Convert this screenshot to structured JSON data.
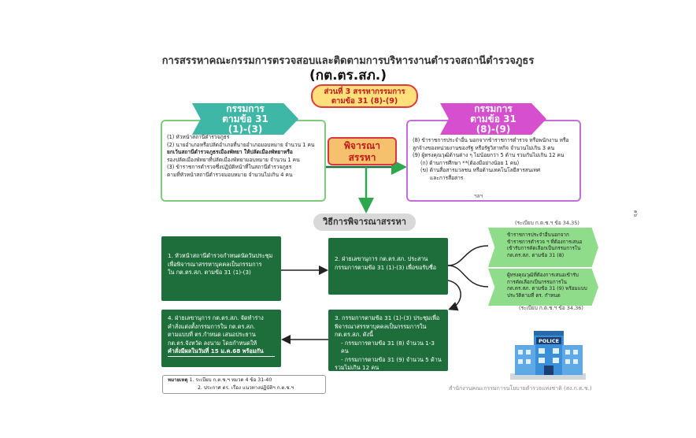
{
  "title": "การสรรหาคณะกรรมการตรวจสอบและติดตามการบริหารงานตำรวจสถานีตำรวจภูธร",
  "subtitle": "(กต.ตร.สภ.)",
  "part": [
    "ส่วนที่ 3 สรรหากรรมการ",
    "ตามข้อ 31 (8)-(9)"
  ],
  "left_label": [
    "กรรมการ",
    "ตามข้อ 31",
    "(1)-(3)"
  ],
  "right_label": [
    "กรรมการ",
    "ตามข้อ 31",
    "(8)-(9)"
  ],
  "left_items": [
    "(1) หัวหน้าสถานีตำรวจภูธร",
    "(2) นายอำเภอหรือปลัดอำเภอที่นายอำเภอมอบหมาย จำนวน 1 คน",
    "ยกเว้นสถานีตำรวจภูธรเมืองพัทยา ให้ปลัดเมืองพัทยาหรือ",
    "รองปลัดเมืองพัทยาที่ปลัดเมืองพัทยามอบหมาย จำนวน 1 คน",
    "(3) ข้าราชการตำรวจซึ่งปฏิบัติหน้าที่ในสถานีตำรวจภูธร",
    "ตามที่หัวหน้าสถานีตำรวจมอบหมาย จำนวนไม่เกิน 4 คน"
  ],
  "right_items": [
    "(8) ข้าราชการประจำอื่น นอกจากข้าราชการตำรวจ หรือพนักงาน หรือ",
    "ลูกจ้างของหน่วยงานของรัฐ หรือรัฐวิสาหกิจ จำนวนไม่เกิน 3 คน",
    "(9) ผู้ทรงคุณวุฒิด้านต่าง ๆ ไม่น้อยกว่า 5 ด้าน รวมกันไม่เกิน 12 คน",
    "(ก) ด้านการศึกษา **(ต้องมีอย่างน้อย 1 คน)",
    "(ข) ด้านสื่อสารมวลชน หรือด้านเทคโนโลยีสารสนเทศ",
    "และการสื่อสาร"
  ],
  "pager": "ฯลฯ",
  "consider": [
    "พิจารณา",
    "สรรหา"
  ],
  "method": "วิธีการพิจารณาสรรหา",
  "step1": [
    "1. หัวหน้าสถานีตำรวจกำหนดนัดวันประชุม",
    "เพื่อพิจารณาสรรหาบุคคลเป็นกรรมการ",
    "ใน กต.ตร.สภ. ตามข้อ 31 (1)-(3)"
  ],
  "step2": [
    "2. ฝ่ายเลขานุการ กต.ตร.สภ. ประสาน",
    "กรรมการตามข้อ 31 (1)-(3) เพื่อขอรับชื่อ"
  ],
  "step3": [
    "3. กรรมการตามข้อ 31 (1)-(3) ประชุมเพื่อ",
    "พิจารณาสรรหาบุคคลเป็นกรรมการใน",
    "กต.ตร.สภ. ดังนี้",
    "- กรรมการตามข้อ 31 (8) จำนวน 1-3 คน",
    "- กรรมการตามข้อ 31 (9) จำนวน 5 ด้าน",
    "รวมไม่เกิน 12 คน"
  ],
  "step4": [
    "4. ฝ่ายเลขานุการ กต.ตร.สภ. จัดทำร่าง",
    "คำสั่งแต่งตั้งกรรมการใน กต.ตร.สภ.",
    "ตามแบบที่ ตร.กำหนด เสนอประธาน",
    "กต.ตร.จังหวัด ลงนาม โดยกำหนดให้"
  ],
  "step4_highlight": "คำสั่งมีผลในวันที่ 15 ม.ค.68 พร้อมกัน",
  "reg_top": "(ระเบียบ ก.ต.ช.ฯ ข้อ 34,35)",
  "reg_bottom": "(ระเบียบ ก.ต.ช.ฯ ข้อ 34,36)",
  "side_top": [
    "ข้าราชการประจำอื่นนอกจาก",
    "ข้าราชการตำรวจ ฯ ที่ต้องการเสนอ",
    "เข้ารับการคัดเลือกเป็นกรรมการใน",
    "กต.ตร.สภ. ตามข้อ 31 (8)"
  ],
  "side_bottom": [
    "ผู้ทรงคุณวุฒิที่ต้องการเสนอเข้ารับ",
    "การคัดเลือกเป็นกรรมการใน",
    "กต.ตร.สภ. ตามข้อ 31 (9) พร้อมแบบ",
    "ประวัติตามที่ ตร. กำหนด"
  ],
  "note_label": "หมายเหตุ",
  "note_items": [
    "1. ระเบียบ ก.ต.ช.ฯ หมวด 4 ข้อ 31-40",
    "2. ประกาศ ตร. เรื่อง แนวทางปฏิบัติฯ ก.ต.ช.ฯ"
  ],
  "footer": "สำนักงานคณะกรรมการนโยบายตำรวจแห่งชาติ (สง.ก.ต.ช.)",
  "police_sign": "POLICE",
  "side_page": "๑๖",
  "colors": {
    "green_dark": "#1e6e3b",
    "teal": "#3fb7a6",
    "magenta": "#d64fcf",
    "yellow": "#ffe07a",
    "red": "#d9373b",
    "light_green": "#8fdc8a"
  }
}
